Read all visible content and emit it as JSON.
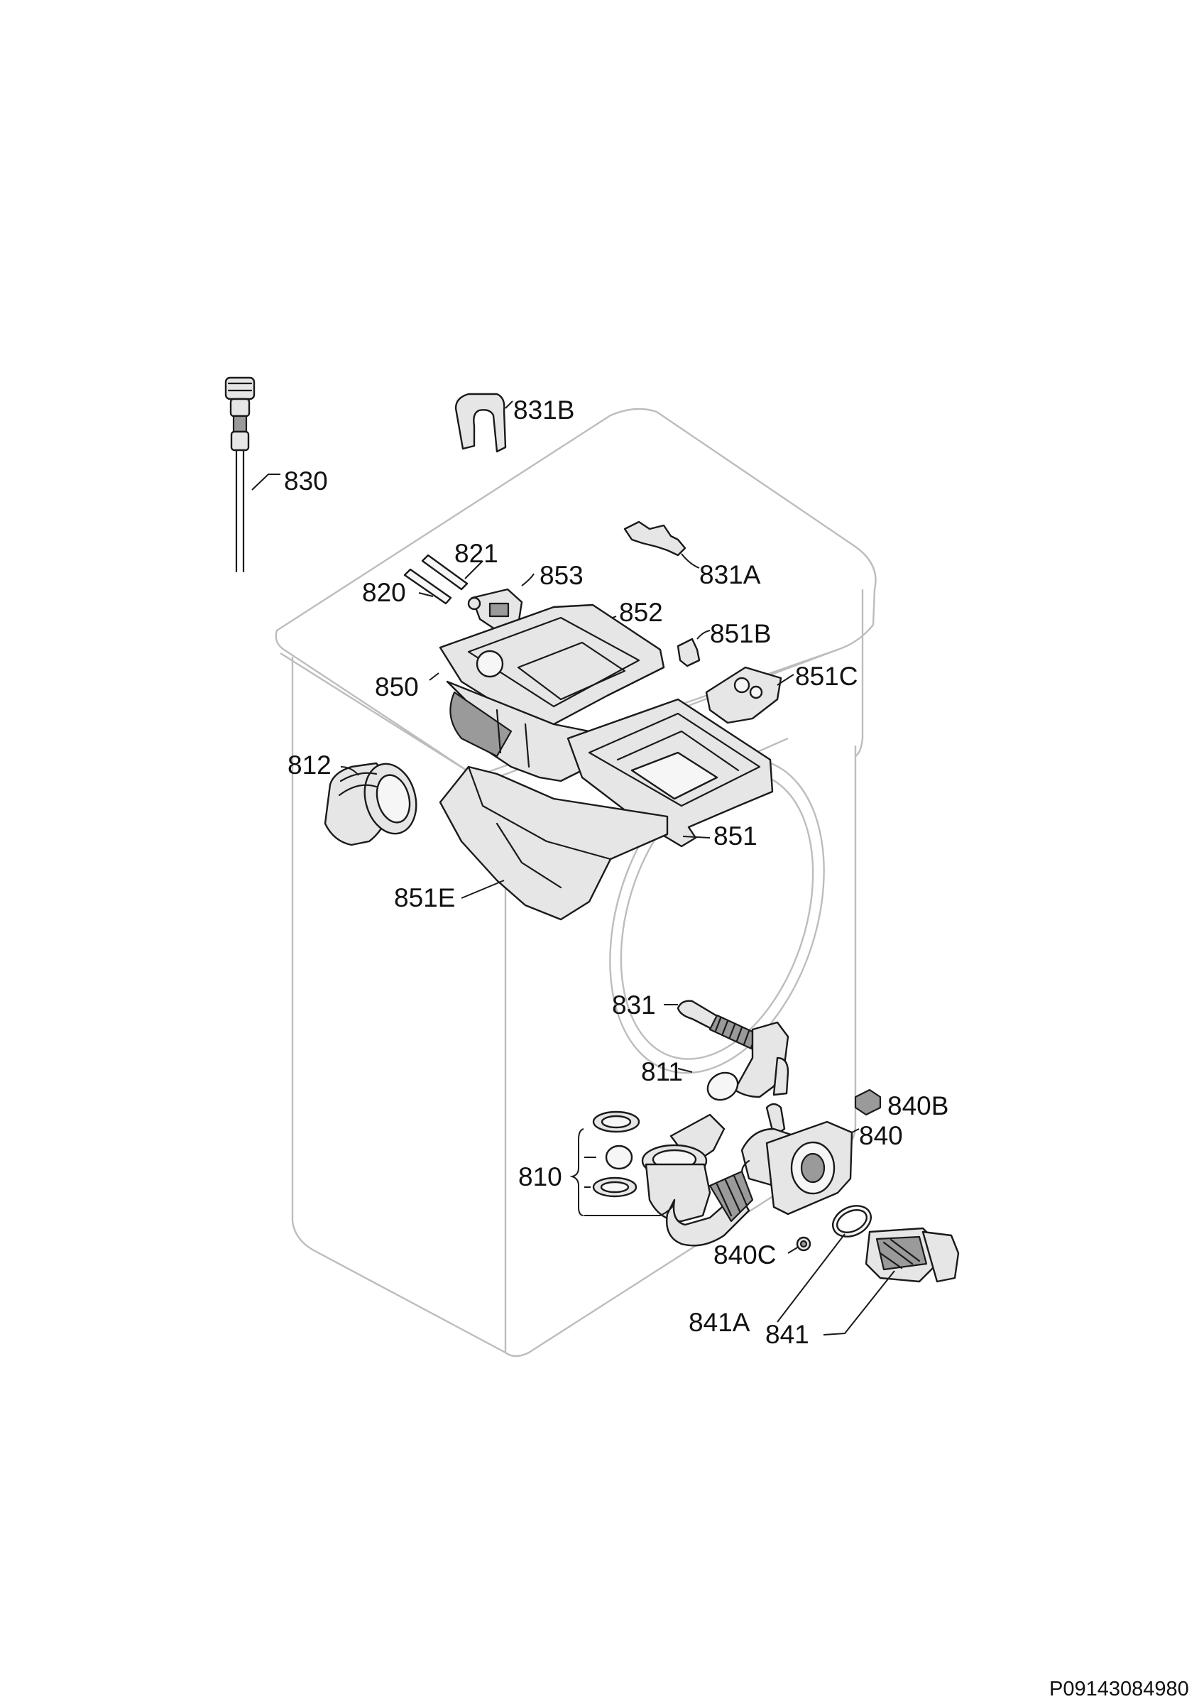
{
  "callouts": {
    "c830": "830",
    "c831B": "831B",
    "c821": "821",
    "c820": "820",
    "c853": "853",
    "c831A": "831A",
    "c852": "852",
    "c851B": "851B",
    "c850": "850",
    "c851C": "851C",
    "c812": "812",
    "c851": "851",
    "c851E": "851E",
    "c831": "831",
    "c811": "811",
    "c840B": "840B",
    "c840": "840",
    "c810": "810",
    "c840C": "840C",
    "c841A": "841A",
    "c841": "841"
  },
  "reference_code": "P09143084980"
}
